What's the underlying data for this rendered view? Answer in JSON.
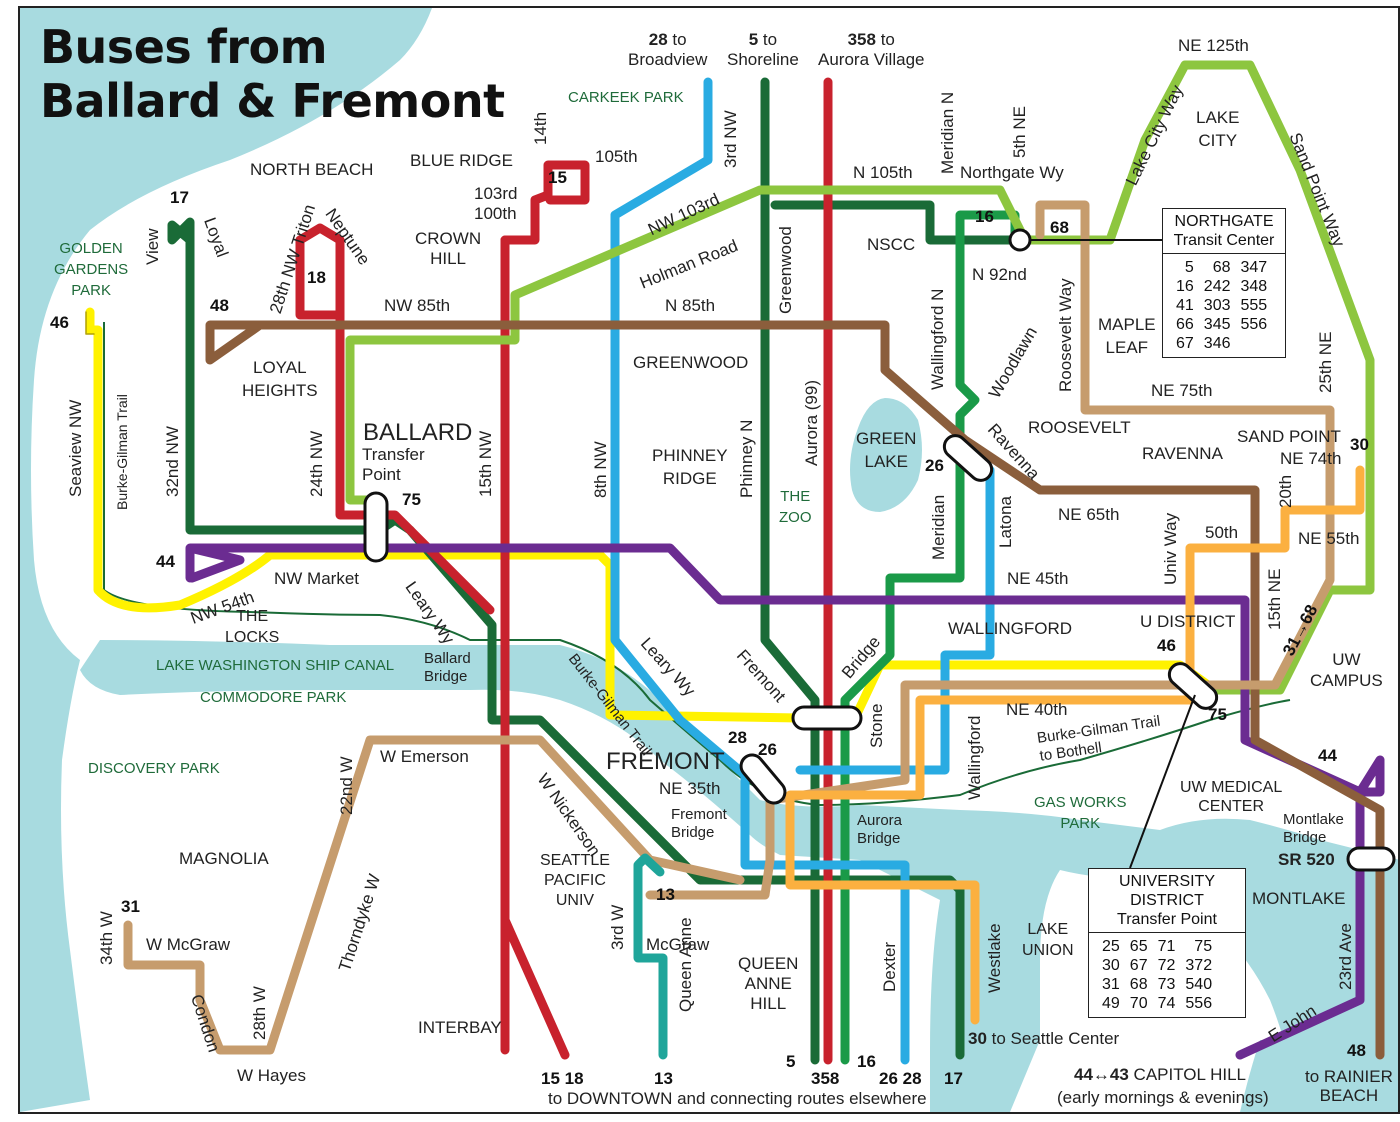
{
  "title": {
    "line1": "Buses from",
    "line2": "Ballard & Fremont"
  },
  "colors": {
    "water": "#a8dbe0",
    "route_15_18": "#c8222d",
    "route_17_5": "#1a6b37",
    "route_28_26": "#29abe2",
    "route_44": "#6b2c91",
    "route_46": "#fff200",
    "route_48": "#8b5e3c",
    "route_75": "#8dc63f",
    "route_31_30": "#c69c6d",
    "route_30": "#fbb040",
    "route_16": "#1a9a48",
    "route_13": "#1fa59a"
  },
  "areas": {
    "north_beach": "NORTH BEACH",
    "blue_ridge": "BLUE RIDGE",
    "crown_hill_1": "CROWN",
    "crown_hill_2": "HILL",
    "carkeek": "CARKEEK PARK",
    "golden_1": "GOLDEN",
    "golden_2": "GARDENS",
    "golden_3": "PARK",
    "loyal_1": "LOYAL",
    "loyal_2": "HEIGHTS",
    "ballard": "BALLARD",
    "ballard_tp_1": "Transfer",
    "ballard_tp_2": "Point",
    "greenwood": "GREENWOOD",
    "phinney_1": "PHINNEY",
    "phinney_2": "RIDGE",
    "zoo_1": "THE",
    "zoo_2": "ZOO",
    "greenlake_1": "GREEN",
    "greenlake_2": "LAKE",
    "nscc": "NSCC",
    "maple_1": "MAPLE",
    "maple_2": "LEAF",
    "lakecity_1": "LAKE",
    "lakecity_2": "CITY",
    "roosevelt": "ROOSEVELT",
    "ravenna": "RAVENNA",
    "sandpoint": "SAND POINT",
    "wallingford": "WALLINGFORD",
    "udistrict": "U DISTRICT",
    "uwcampus_1": "UW",
    "uwcampus_2": "CAMPUS",
    "locks_1": "THE",
    "locks_2": "LOCKS",
    "shipcanal": "LAKE WASHINGTON SHIP CANAL",
    "commodore": "COMMODORE PARK",
    "discovery": "DISCOVERY PARK",
    "magnolia": "MAGNOLIA",
    "fremont": "FREMONT",
    "spu_1": "SEATTLE",
    "spu_2": "PACIFIC",
    "spu_3": "UNIV",
    "qa_1": "QUEEN",
    "qa_2": "ANNE",
    "qa_3": "HILL",
    "interbay": "INTERBAY",
    "lakeunion_1": "LAKE",
    "lakeunion_2": "UNION",
    "gasworks_1": "GAS WORKS",
    "gasworks_2": "PARK",
    "uwmed_1": "UW MEDICAL",
    "uwmed_2": "CENTER",
    "montlake": "MONTLAKE"
  },
  "streets": {
    "view": "View",
    "loyal": "Loyal",
    "triton": "28th NW Triton",
    "neptune": "Neptune",
    "st103": "103rd",
    "st100": "100th",
    "st14": "14th",
    "st105": "105th",
    "nw85": "NW 85th",
    "n85": "N 85th",
    "nw103": "NW 103rd",
    "holman": "Holman Road",
    "nw3": "3rd NW",
    "greenwood": "Greenwood",
    "n105": "N 105th",
    "meridian_n": "Meridian N",
    "ne5": "5th NE",
    "northgate": "Northgate Wy",
    "lakecity": "Lake City Way",
    "ne125": "NE 125th",
    "sandpoint": "Sand Point Way",
    "n92": "N 92nd",
    "wallingford_n": "Wallingford N",
    "woodlawn": "Woodlawn",
    "roosevelt": "Roosevelt Way",
    "ne25": "25th NE",
    "ne75": "NE 75th",
    "ne74": "NE 74th",
    "ravenna": "Ravenna",
    "ne65": "NE 65th",
    "ne20": "20th",
    "ne50": "50th",
    "ne55": "NE 55th",
    "univ": "Univ Way",
    "ne15": "15th NE",
    "ne45": "NE 45th",
    "latona": "Latona",
    "meridian": "Meridian",
    "aurora99": "Aurora (99)",
    "phinney_n": "Phinney N",
    "nw8": "8th NW",
    "nw15": "15th NW",
    "nw24": "24th NW",
    "nw32": "32nd NW",
    "seaview": "Seaview NW",
    "bgt": "Burke-Gilman Trail",
    "nw54": "NW 54th",
    "nwmarket": "NW Market",
    "leary1": "Leary Wy",
    "ballard_br_1": "Ballard",
    "ballard_br_2": "Bridge",
    "leary2": "Leary Wy",
    "fremont_st": "Fremont",
    "bridge": "Bridge",
    "stone": "Stone",
    "bgt2": "Burke-Gilman Trail",
    "ne40": "NE 40th",
    "wallingford_s": "Wallingford",
    "bgt_both_1": "Burke-Gilman Trail",
    "bgt_both_2": "to Bothell",
    "ne35": "NE 35th",
    "fremont_br_1": "Fremont",
    "fremont_br_2": "Bridge",
    "aurora_br_1": "Aurora",
    "aurora_br_2": "Bridge",
    "nickerson": "W Nickerson",
    "emerson": "W Emerson",
    "w22": "22nd W",
    "thorndyke": "Thorndyke W",
    "w34": "34th W",
    "mcgraw_w": "W McGraw",
    "condon": "Condon",
    "w28": "28th W",
    "hayes": "W Hayes",
    "w3": "3rd W",
    "mcgraw": "McGraw",
    "queenanne": "Queen Anne",
    "dexter": "Dexter",
    "westlake": "Westlake",
    "montlake_br_1": "Montlake",
    "montlake_br_2": "Bridge",
    "sr520": "SR 520",
    "ave23": "23rd Ave",
    "ejohn": "E John"
  },
  "top_dest": {
    "r28_num": "28",
    "r28_to": " to",
    "r28_dest": "Broadview",
    "r5_num": "5",
    "r5_to": " to",
    "r5_dest": "Shoreline",
    "r358_num": "358",
    "r358_to": " to",
    "r358_dest": "Aurora Village"
  },
  "route_nums": {
    "r17": "17",
    "r48a": "48",
    "r46": "46",
    "r18": "18",
    "r15": "15",
    "r75a": "75",
    "r44a": "44",
    "r16": "16",
    "r68": "68",
    "r26a": "26",
    "r30a": "30",
    "r31_68": "31→68",
    "r46b": "46",
    "r75b": "75",
    "r28b": "28",
    "r26b": "26",
    "r13a": "13",
    "r44b": "44",
    "r31b": "31"
  },
  "bottom": {
    "r15_18": "15 18",
    "r13": "13",
    "r5": "5",
    "r358": "358",
    "r16": "16",
    "r26_28": "26 28",
    "r17": "17",
    "downtown": "to DOWNTOWN and connecting routes elsewhere",
    "r30": "30",
    "seattle_center": " to Seattle Center",
    "r44_43": "44↔43",
    "capitol": " CAPITOL HILL",
    "early": "(early mornings & evenings)",
    "r48": "48",
    "rainier_1": "to RAINIER",
    "rainier_2": "BEACH"
  },
  "northgate_tc": {
    "title_1": "NORTHGATE",
    "title_2": "Transit Center",
    "rows": [
      [
        "5",
        "68",
        "347"
      ],
      [
        "16",
        "242",
        "348"
      ],
      [
        "41",
        "303",
        "555"
      ],
      [
        "66",
        "345",
        "556"
      ],
      [
        "67",
        "346",
        ""
      ]
    ]
  },
  "udistrict_tp": {
    "title_1": "UNIVERSITY DISTRICT",
    "title_2": "Transfer Point",
    "rows": [
      [
        "25",
        "65",
        "71",
        "75"
      ],
      [
        "30",
        "67",
        "72",
        "372"
      ],
      [
        "31",
        "68",
        "73",
        "540"
      ],
      [
        "49",
        "70",
        "74",
        "556"
      ]
    ]
  }
}
